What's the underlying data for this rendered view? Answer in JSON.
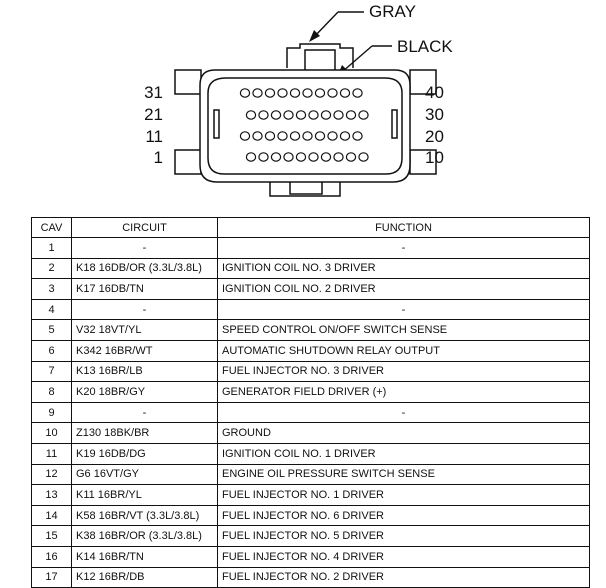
{
  "diagram": {
    "callouts": {
      "gray": "GRAY",
      "black": "BLACK"
    },
    "pin_labels_left": [
      "31",
      "21",
      "11",
      "1"
    ],
    "pin_labels_right": [
      "40",
      "30",
      "20",
      "10"
    ],
    "pin_rows": 4,
    "pins_per_row": 10
  },
  "table": {
    "headers": {
      "cav": "CAV",
      "circuit": "CIRCUIT",
      "function": "FUNCTION"
    },
    "rows": [
      {
        "cav": "1",
        "circuit": "-",
        "function": "-"
      },
      {
        "cav": "2",
        "circuit": "K18 16DB/OR (3.3L/3.8L)",
        "function": "IGNITION COIL NO. 3 DRIVER"
      },
      {
        "cav": "3",
        "circuit": "K17 16DB/TN",
        "function": "IGNITION COIL NO. 2 DRIVER"
      },
      {
        "cav": "4",
        "circuit": "-",
        "function": "-"
      },
      {
        "cav": "5",
        "circuit": "V32 18VT/YL",
        "function": "SPEED CONTROL ON/OFF SWITCH SENSE"
      },
      {
        "cav": "6",
        "circuit": "K342 16BR/WT",
        "function": "AUTOMATIC SHUTDOWN RELAY OUTPUT"
      },
      {
        "cav": "7",
        "circuit": "K13 16BR/LB",
        "function": "FUEL INJECTOR NO. 3 DRIVER"
      },
      {
        "cav": "8",
        "circuit": "K20 18BR/GY",
        "function": "GENERATOR FIELD DRIVER (+)"
      },
      {
        "cav": "9",
        "circuit": "-",
        "function": "-"
      },
      {
        "cav": "10",
        "circuit": "Z130 18BK/BR",
        "function": "GROUND"
      },
      {
        "cav": "11",
        "circuit": "K19 16DB/DG",
        "function": "IGNITION COIL NO. 1 DRIVER"
      },
      {
        "cav": "12",
        "circuit": "G6 16VT/GY",
        "function": "ENGINE OIL PRESSURE SWITCH SENSE"
      },
      {
        "cav": "13",
        "circuit": "K11 16BR/YL",
        "function": "FUEL INJECTOR NO. 1 DRIVER"
      },
      {
        "cav": "14",
        "circuit": "K58 16BR/VT (3.3L/3.8L)",
        "function": "FUEL INJECTOR NO. 6 DRIVER"
      },
      {
        "cav": "15",
        "circuit": "K38 16BR/OR (3.3L/3.8L)",
        "function": "FUEL INJECTOR NO. 5 DRIVER"
      },
      {
        "cav": "16",
        "circuit": "K14 16BR/TN",
        "function": "FUEL INJECTOR NO. 4 DRIVER"
      },
      {
        "cav": "17",
        "circuit": "K12 16BR/DB",
        "function": "FUEL INJECTOR NO. 2 DRIVER"
      }
    ]
  }
}
